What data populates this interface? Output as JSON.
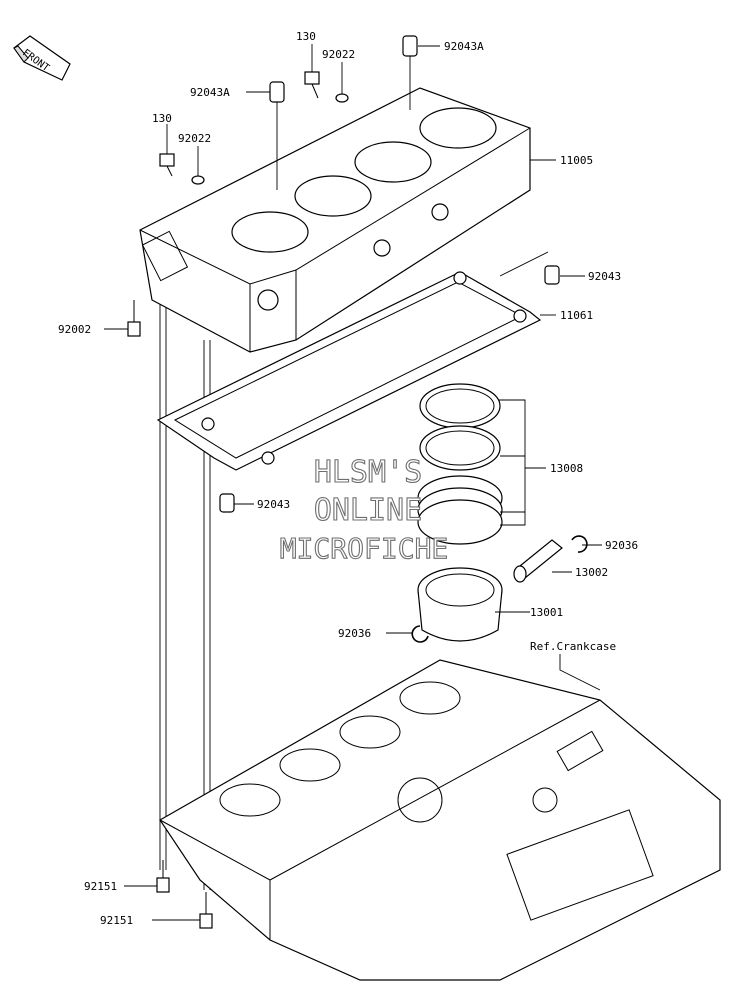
{
  "front_marker": "FRONT",
  "callouts": {
    "bolt_130_top": "130",
    "washer_92022_top": "92022",
    "dowel_92043A_top": "92043A",
    "dowel_92043A_left": "92043A",
    "bolt_130_left": "130",
    "washer_92022_left": "92022",
    "cylinder_11005": "11005",
    "dowel_92043_right": "92043",
    "gasket_11061": "11061",
    "bolt_92002": "92002",
    "ring_set_13008": "13008",
    "dowel_92043_mid": "92043",
    "snap_ring_92036_right": "92036",
    "pin_13002": "13002",
    "piston_13001": "13001",
    "snap_ring_92036_left": "92036",
    "ref_crankcase": "Ref.Crankcase",
    "stud_92151_a": "92151",
    "stud_92151_b": "92151"
  },
  "watermark": {
    "line1": "HLSM'S",
    "line2": "ONLINE",
    "line3": "MICROFICHE"
  }
}
